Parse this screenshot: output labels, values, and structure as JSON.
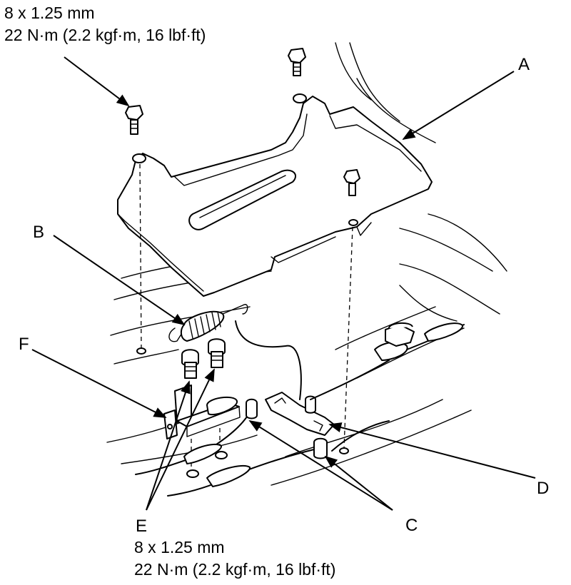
{
  "torque_top": {
    "line1": "8 x 1.25 mm",
    "line2": "22 N·m (2.2 kgf·m, 16 lbf·ft)"
  },
  "torque_bottom": {
    "line1": "8 x 1.25 mm",
    "line2": "22 N·m (2.2 kgf·m, 16 lbf·ft)"
  },
  "callouts": {
    "a": "A",
    "b": "B",
    "c": "C",
    "d": "D",
    "e": "E",
    "f": "F"
  },
  "colors": {
    "ink": "#000000",
    "paper": "#ffffff"
  }
}
